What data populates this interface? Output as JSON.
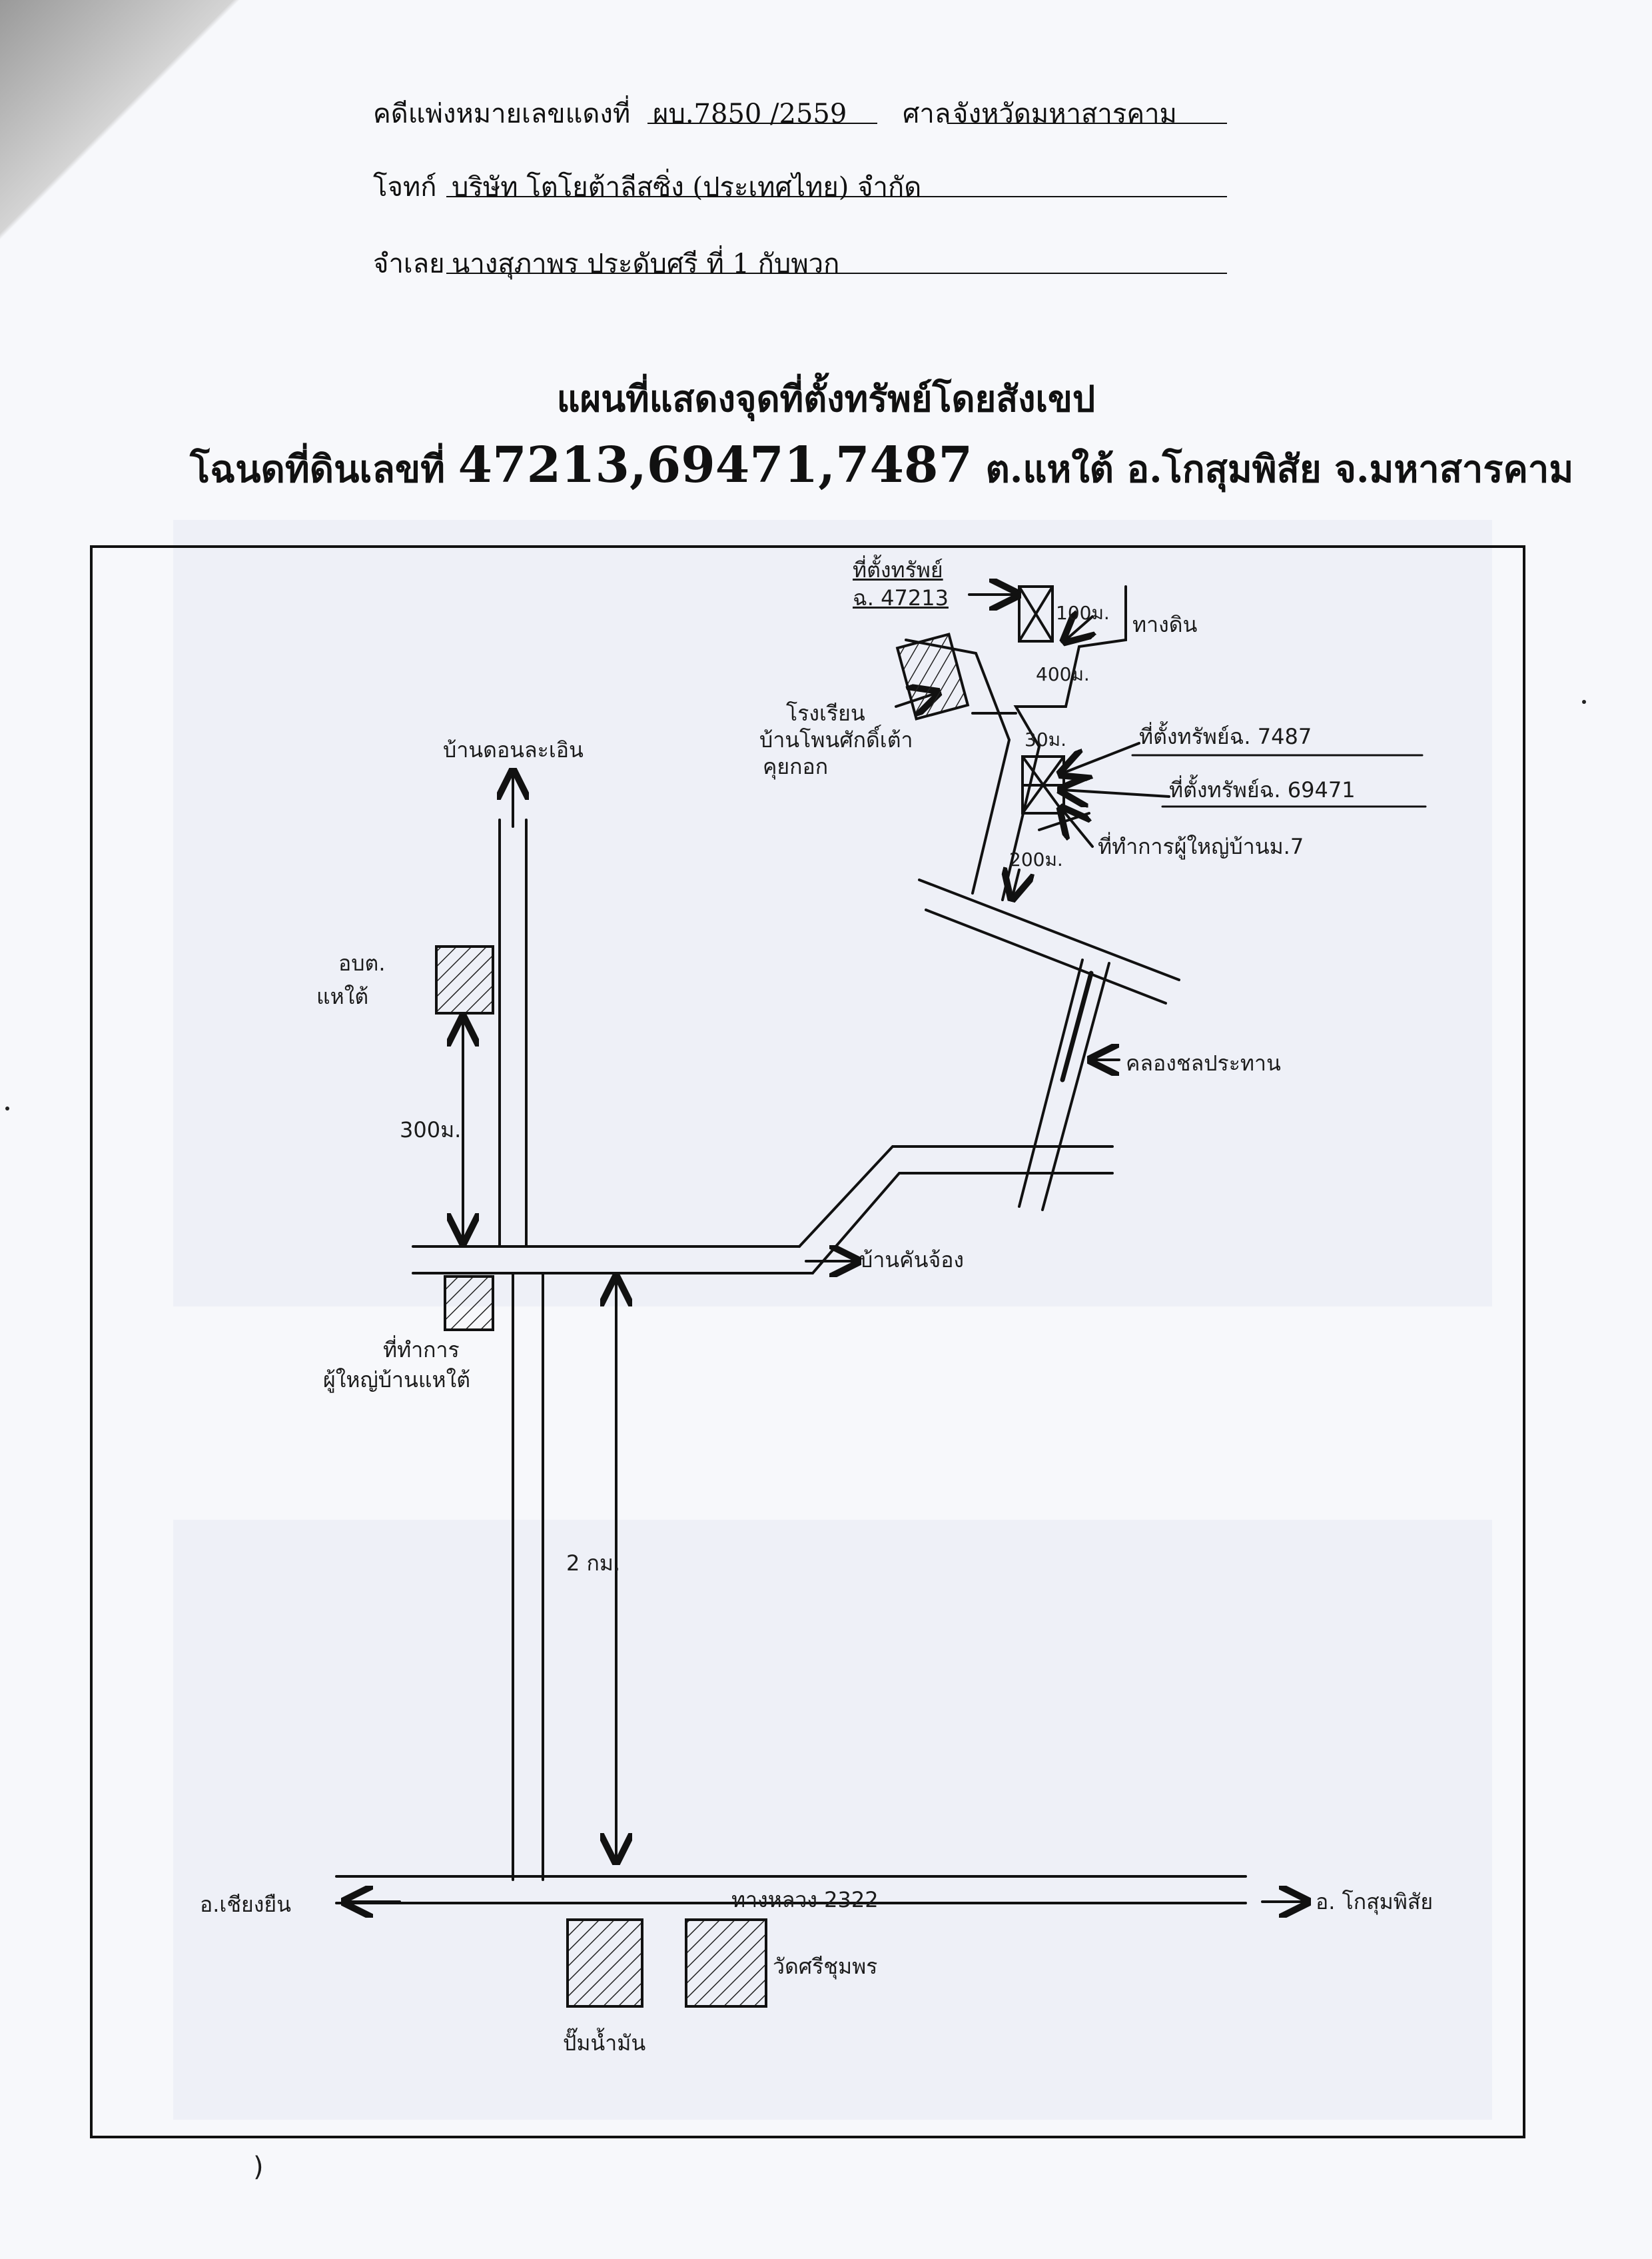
{
  "case": {
    "case_label": "คดีแพ่งหมายเลขแดงที่",
    "case_no": "ผบ.7850 /2559",
    "court_label": "ศาล",
    "court": "จังหวัดมหาสารคาม",
    "plaintiff_label": "โจทก์",
    "plaintiff": "บริษัท โตโยต้าลีสซิ่ง (ประเทศไทย) จำกัด",
    "defendant_label": "จำเลย",
    "defendant": "นางสุภาพร ประดับศรี ที่ 1 กับพวก"
  },
  "title": {
    "line1": "แผนที่แสดงจุดที่ตั้งทรัพย์โดยสังเขป",
    "line2_prefix": "โฉนดที่ดินเลขที่",
    "deed_numbers": "47213,69471,7487",
    "line2_suffix": "ต.แหใต้ อ.โกสุมพิสัย จ.มหาสารคาม"
  },
  "map_labels": {
    "asset1_line1": "ที่ตั้งทรัพย์",
    "asset1_line2": "ฉ. 47213",
    "dist_100": "100ม.",
    "dist_400": "400ม.",
    "dirt_road": "ทางดิน",
    "school_line1": "โรงเรียน",
    "school_line2": "บ้านโพนศักดิ์เต้า",
    "school_line3": "คุยกอก",
    "dist_30": "30ม.",
    "asset_7487": "ที่ตั้งทรัพย์ฉ. 7487",
    "asset_69471": "ที่ตั้งทรัพย์ฉ. 69471",
    "dist_200": "200ม.",
    "headman_office_m7": "ที่ทำการผู้ใหญ่บ้านม.7",
    "ban_don_la_en": "บ้านดอนละเอิน",
    "sao_line1": "อบต.",
    "sao_line2": "แหใต้",
    "dist_300": "300ม.",
    "canal": "คลองชลประทาน",
    "ban_khan_chong": "บ้านคันจ้อง",
    "headman_office_line1": "ที่ทำการ",
    "headman_office_line2": "ผู้ใหญ่บ้านแหใต้",
    "dist_2km": "2 กม.",
    "to_chiang_yuen": "อ.เชียงยืน",
    "highway": "ทางหลวง 2322",
    "to_kosum": "อ. โกสุมพิสัย",
    "wat": "วัดศรีชุมพร",
    "gas_station": "ปั๊มน้ำมัน"
  },
  "footer_mark": ")"
}
